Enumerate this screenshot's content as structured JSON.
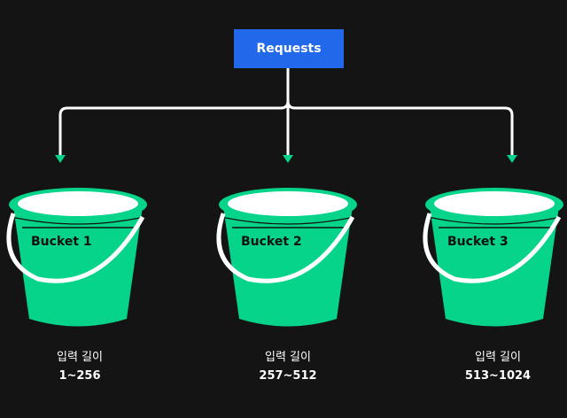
{
  "source": {
    "label": "Requests",
    "color": "#2168eb"
  },
  "colors": {
    "background": "#141414",
    "bucket": "#06d48a",
    "arrow_head": "#06d48a",
    "line": "#ffffff"
  },
  "buckets": [
    {
      "label": "Bucket 1",
      "caption": "입력 길이",
      "range": "1~256"
    },
    {
      "label": "Bucket 2",
      "caption": "입력 길이",
      "range": "257~512"
    },
    {
      "label": "Bucket 3",
      "caption": "입력 길이",
      "range": "513~1024"
    }
  ]
}
